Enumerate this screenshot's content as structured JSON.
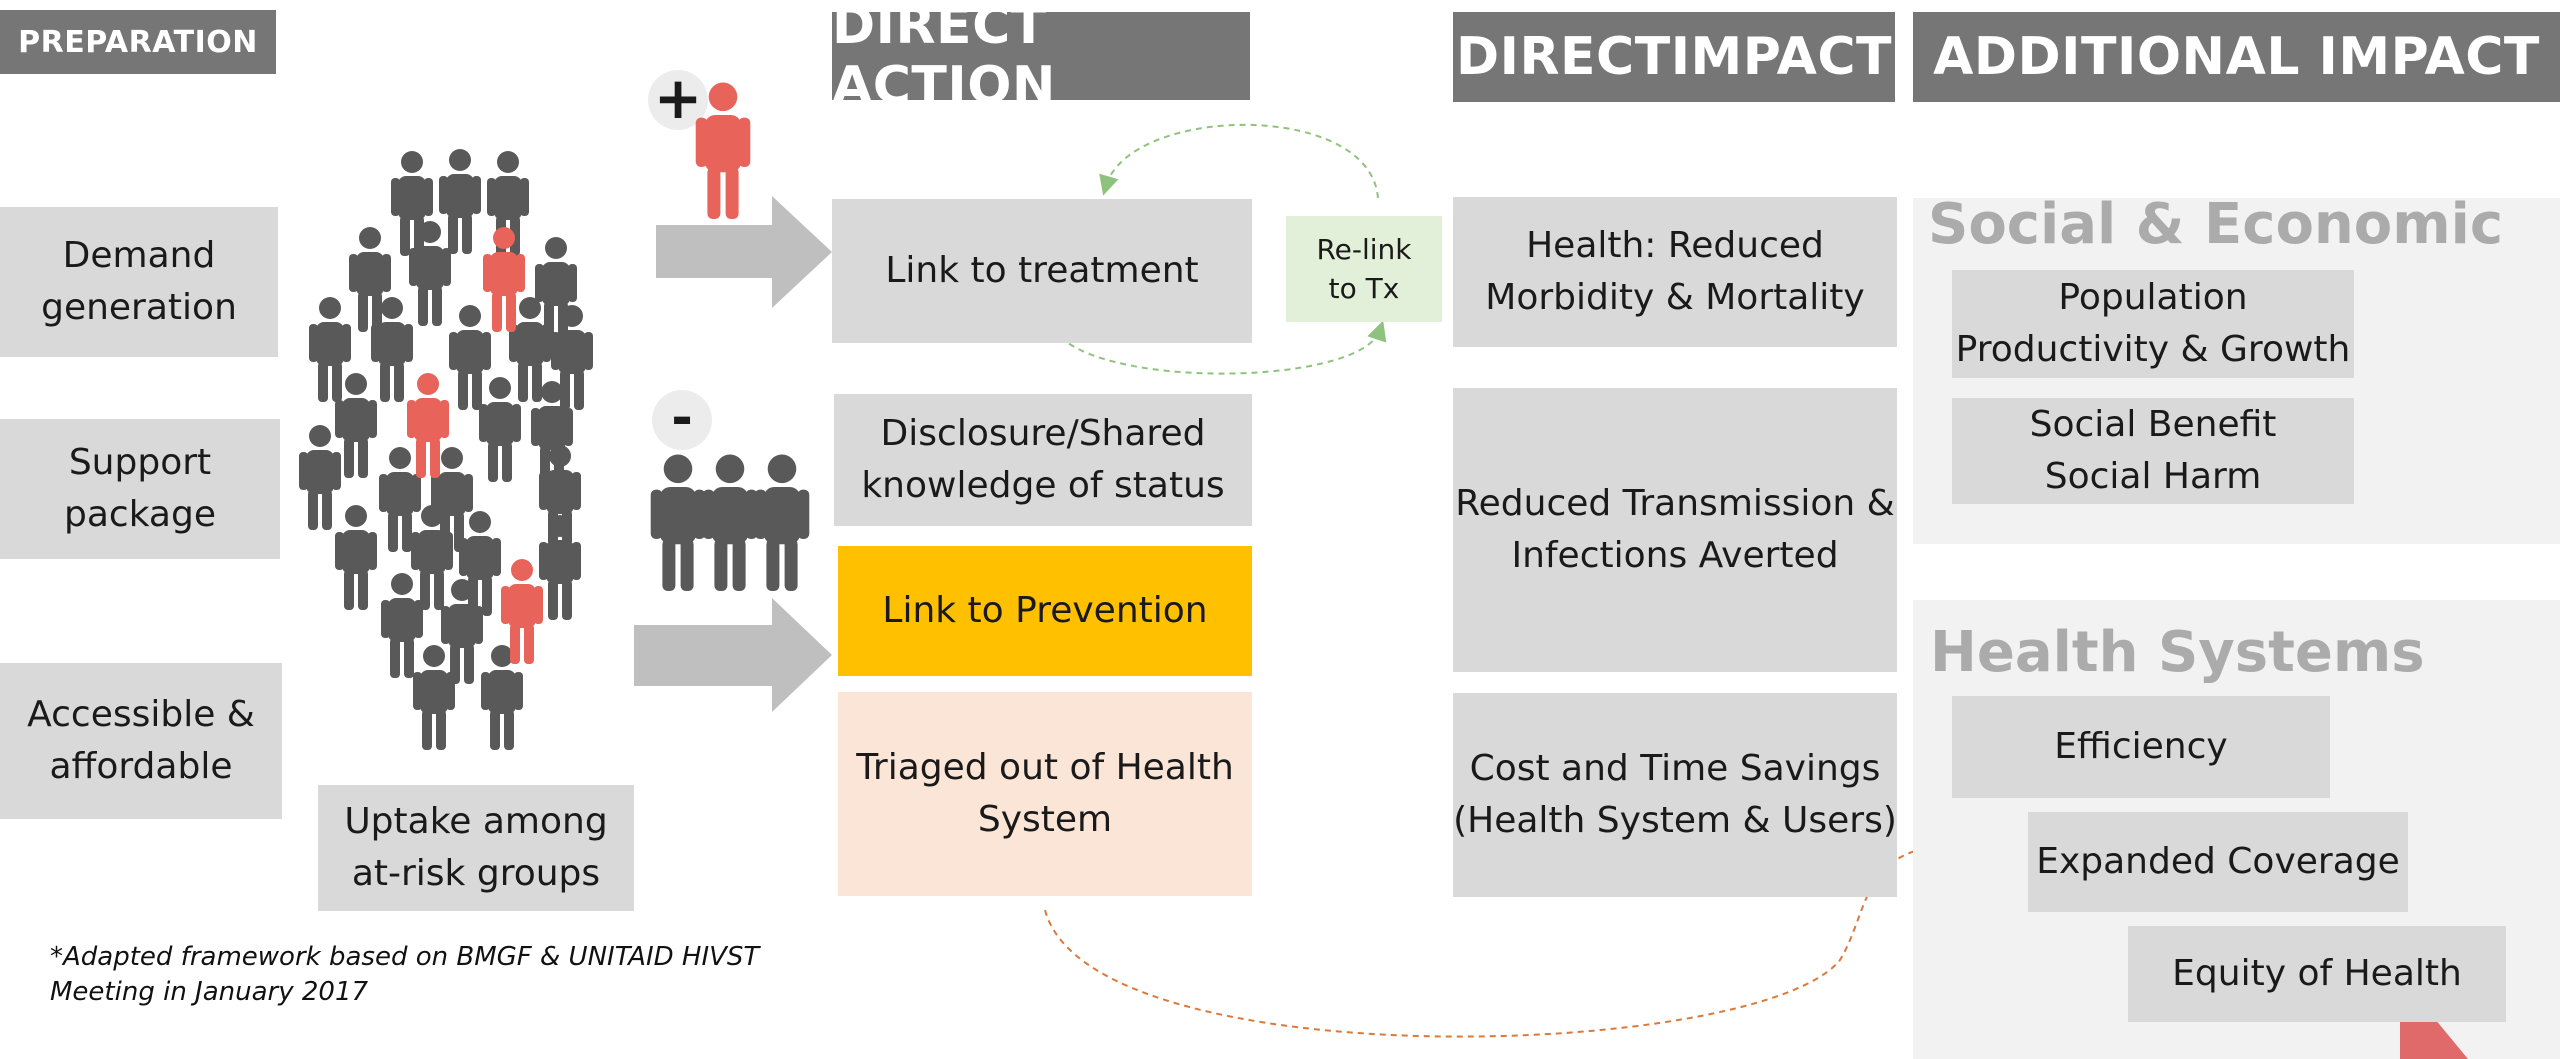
{
  "headers": {
    "preparation": "PREPARATION",
    "direct_action": "DIRECT ACTION",
    "direct_impact": "DIRECTIMPACT",
    "additional_impact": "ADDITIONAL IMPACT"
  },
  "preparation": {
    "items": [
      "Demand\ngeneration",
      "Support\npackage",
      "Accessible &\naffordable"
    ],
    "uptake": "Uptake among\nat-risk groups"
  },
  "signs": {
    "positive": "+",
    "negative": "-"
  },
  "direct_action": {
    "link_treatment": "Link to treatment",
    "relink": "Re-link\nto Tx",
    "disclosure": "Disclosure/Shared\nknowledge of status",
    "link_prevention": "Link to Prevention",
    "triaged": "Triaged out of Health\nSystem"
  },
  "direct_impact": [
    "Health: Reduced\nMorbidity & Mortality",
    "Reduced Transmission &\nInfections Averted",
    "Cost and Time Savings\n(Health System & Users)"
  ],
  "additional_impact": {
    "social_title": "Social & Economic",
    "social_items": [
      "Population\nProductivity & Growth",
      "Social Benefit\nSocial Harm"
    ],
    "health_title": "Health Systems",
    "health_items": [
      "Efficiency",
      "Expanded Coverage",
      "Equity of Health"
    ]
  },
  "footnote": "*Adapted framework based on BMGF & UNITAID HIVST\nMeeting in January 2017",
  "colors": {
    "header": "#767676",
    "box": "#d9d9d9",
    "highlight": "#ffc000",
    "triaged": "#fbe5d6",
    "relink": "#e2f0d9",
    "person": "#595959",
    "person_red": "#e8635a",
    "arrow": "#bfbfbf"
  }
}
